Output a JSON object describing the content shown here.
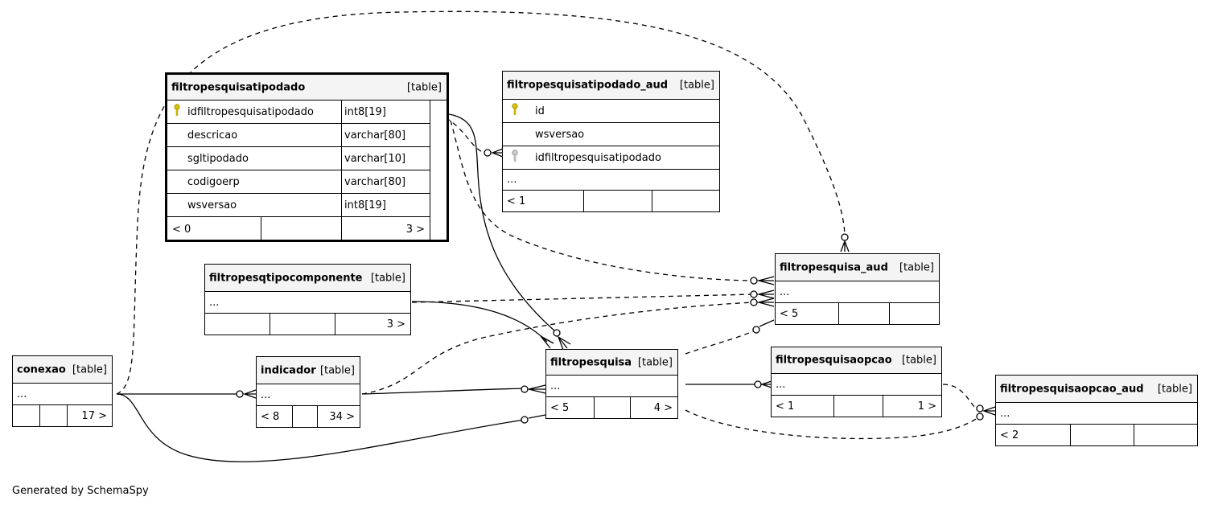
{
  "footer": "Generated by SchemaSpy",
  "colors": {
    "pk_key": "#d9c300",
    "fk_key": "#aaaaaa",
    "header_bg": "#f4f4f4"
  },
  "tables": {
    "tipodado": {
      "name": "filtropesquisatipodado",
      "type": "[table]",
      "columns": [
        {
          "name": "idfiltropesquisatipodado",
          "datatype": "int8[19]",
          "icon": "primary-key-icon"
        },
        {
          "name": "descricao",
          "datatype": "varchar[80]"
        },
        {
          "name": "sgltipodado",
          "datatype": "varchar[10]"
        },
        {
          "name": "codigoerp",
          "datatype": "varchar[80]"
        },
        {
          "name": "wsversao",
          "datatype": "int8[19]"
        }
      ],
      "footer": {
        "parents": "< 0",
        "mid": "",
        "children": "3 >"
      }
    },
    "tipodado_aud": {
      "name": "filtropesquisatipodado_aud",
      "type": "[table]",
      "columns": [
        {
          "name": "id",
          "icon": "primary-key-icon"
        },
        {
          "name": "wsversao"
        },
        {
          "name": "idfiltropesquisatipodado",
          "icon": "foreign-key-icon"
        }
      ],
      "ellipsis": "...",
      "footer": {
        "parents": "< 1",
        "mid": "",
        "children": ""
      }
    },
    "tipocomponente": {
      "name": "filtropesqtipocomponente",
      "type": "[table]",
      "ellipsis": "...",
      "footer": {
        "parents": "",
        "mid": "",
        "children": "3 >"
      }
    },
    "pesquisa_aud": {
      "name": "filtropesquisa_aud",
      "type": "[table]",
      "ellipsis": "...",
      "footer": {
        "parents": "< 5",
        "mid": "",
        "children": ""
      }
    },
    "conexao": {
      "name": "conexao",
      "type": "[table]",
      "ellipsis": "...",
      "footer": {
        "parents": "",
        "mid": "",
        "children": "17 >"
      }
    },
    "indicador": {
      "name": "indicador",
      "type": "[table]",
      "ellipsis": "...",
      "footer": {
        "parents": "< 8",
        "mid": "",
        "children": "34 >"
      }
    },
    "pesquisa": {
      "name": "filtropesquisa",
      "type": "[table]",
      "ellipsis": "...",
      "footer": {
        "parents": "< 5",
        "mid": "",
        "children": "4 >"
      }
    },
    "opcao": {
      "name": "filtropesquisaopcao",
      "type": "[table]",
      "ellipsis": "...",
      "footer": {
        "parents": "< 1",
        "mid": "",
        "children": "1 >"
      }
    },
    "opcao_aud": {
      "name": "filtropesquisaopcao_aud",
      "type": "[table]",
      "ellipsis": "...",
      "footer": {
        "parents": "< 2",
        "mid": "",
        "children": ""
      }
    }
  }
}
